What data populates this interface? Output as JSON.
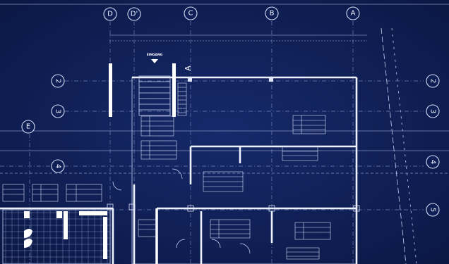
{
  "plan": {
    "column_labels": [
      "D",
      "D'",
      "C",
      "B",
      "A"
    ],
    "row_labels": [
      "2",
      "3",
      "4",
      "5"
    ],
    "left_label": "E",
    "entrance_label": "EINGANG",
    "section_marker": "A",
    "tables": [
      {
        "id": "t1"
      },
      {
        "id": "t2"
      },
      {
        "id": "t3"
      },
      {
        "id": "t4"
      },
      {
        "id": "t5"
      },
      {
        "id": "t6"
      },
      {
        "id": "t7"
      },
      {
        "id": "t8"
      },
      {
        "id": "t9"
      },
      {
        "id": "t10"
      },
      {
        "id": "t11"
      },
      {
        "id": "t12"
      }
    ]
  }
}
